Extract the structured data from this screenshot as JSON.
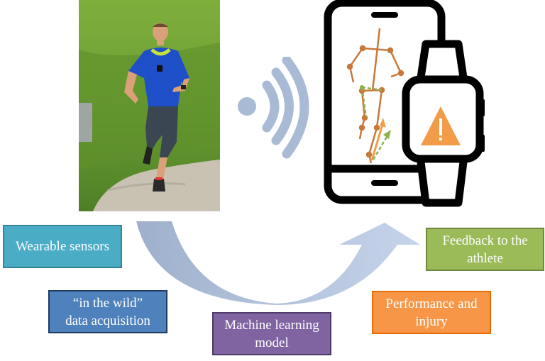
{
  "diagram": {
    "type": "workflow-cycle",
    "photo": {
      "subject": "runner-wearing-sensors",
      "description": "Athlete running on a gravel path with a chest-mounted sensor and wrist watch"
    },
    "signal": {
      "icon": "wireless-signal-icon",
      "color": "#a9bad4"
    },
    "devices": {
      "phone": "smartphone-icon",
      "watch": "smartwatch-icon",
      "warning": "warning-triangle-icon",
      "warning_color": "#f29b49",
      "skeleton_color": "#c8783a",
      "reference_color": "#8ab44f"
    },
    "arrow": {
      "color": "#a5b9d8",
      "direction": "left-to-right-curved"
    },
    "boxes": [
      {
        "id": "wearable",
        "lines": [
          "Wearable sensors"
        ],
        "fill": "#4bacc6",
        "border": "#31849b"
      },
      {
        "id": "wild",
        "lines": [
          "“in the wild”",
          "data acquisition"
        ],
        "fill": "#4f81bd",
        "border": "#1f3a63"
      },
      {
        "id": "ml",
        "lines": [
          "Machine learning",
          "model"
        ],
        "fill": "#8064a2",
        "border": "#4d3a66"
      },
      {
        "id": "performance",
        "lines": [
          "Performance and",
          "injury"
        ],
        "fill": "#f79646",
        "border": "#e46c0a"
      },
      {
        "id": "feedback",
        "lines": [
          "Feedback to the",
          "athlete"
        ],
        "fill": "#9bbb59",
        "border": "#71893f"
      }
    ]
  }
}
